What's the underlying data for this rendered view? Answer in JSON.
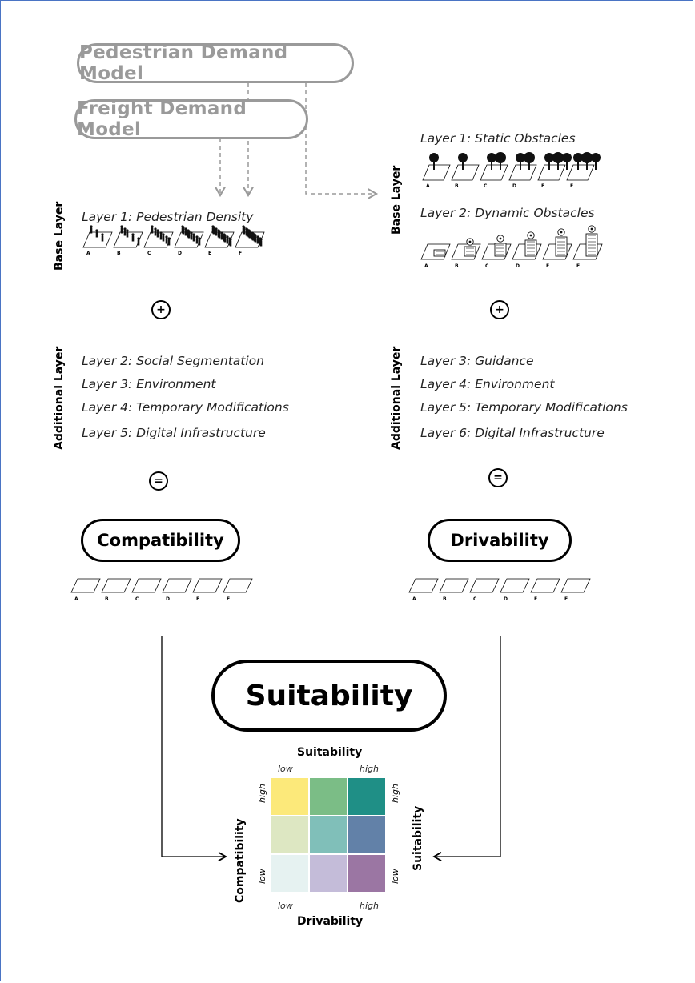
{
  "models": {
    "pedestrian": "Pedestrian Demand Model",
    "freight": "Freight Demand Model"
  },
  "left": {
    "base_label": "Base Layer",
    "layer1": "Layer 1: Pedestrian Density",
    "additional_label": "Additional Layer",
    "layers": [
      "Layer 2: Social Segmentation",
      "Layer 3: Environment",
      "Layer 4: Temporary Modifications",
      "Layer 5: Digital Infrastructure"
    ],
    "result": "Compatibility"
  },
  "right": {
    "base_label": "Base Layer",
    "layer1": "Layer 1: Static Obstacles",
    "layer2": "Layer 2: Dynamic Obstacles",
    "additional_label": "Additional Layer",
    "layers": [
      "Layer 3: Guidance",
      "Layer 4: Environment",
      "Layer 5: Temporary Modifications",
      "Layer 6: Digital Infrastructure"
    ],
    "result": "Drivability"
  },
  "tiles": [
    "A",
    "B",
    "C",
    "D",
    "E",
    "F"
  ],
  "operators": {
    "plus": "+",
    "equals": "="
  },
  "suitability": "Suitability",
  "matrix": {
    "top_title": "Suitability",
    "top_low": "low",
    "top_high": "high",
    "left_title": "Compatibility",
    "left_low": "low",
    "left_high": "high",
    "right_title": "Suitability",
    "right_low": "low",
    "right_high": "high",
    "bottom_title": "Drivability",
    "bottom_low": "low",
    "bottom_high": "high",
    "colors": [
      [
        "#fce97a",
        "#7bbd86",
        "#1f8f86"
      ],
      [
        "#dde7c2",
        "#80bfb9",
        "#6281a8"
      ],
      [
        "#e6f2f1",
        "#c4bcd9",
        "#9b76a3"
      ]
    ]
  }
}
